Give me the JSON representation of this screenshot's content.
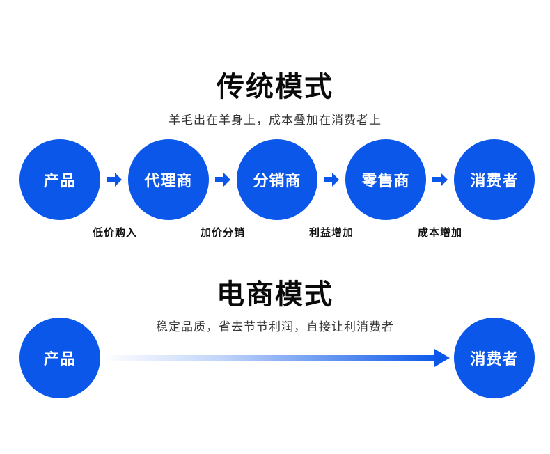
{
  "traditional": {
    "title": "传统模式",
    "subtitle": "羊毛出在羊身上，成本叠加在消费者上",
    "nodes": [
      "产品",
      "代理商",
      "分销商",
      "零售商",
      "消费者"
    ],
    "step_labels": [
      "低价购入",
      "加价分销",
      "利益增加",
      "成本增加"
    ]
  },
  "ecommerce": {
    "title": "电商模式",
    "subtitle": "稳定品质，省去节节利润，直接让利消费者",
    "nodes": [
      "产品",
      "消费者"
    ]
  },
  "colors": {
    "node_fill": "#0a57ea",
    "arrow": "#0a57ea",
    "text": "#111111"
  }
}
